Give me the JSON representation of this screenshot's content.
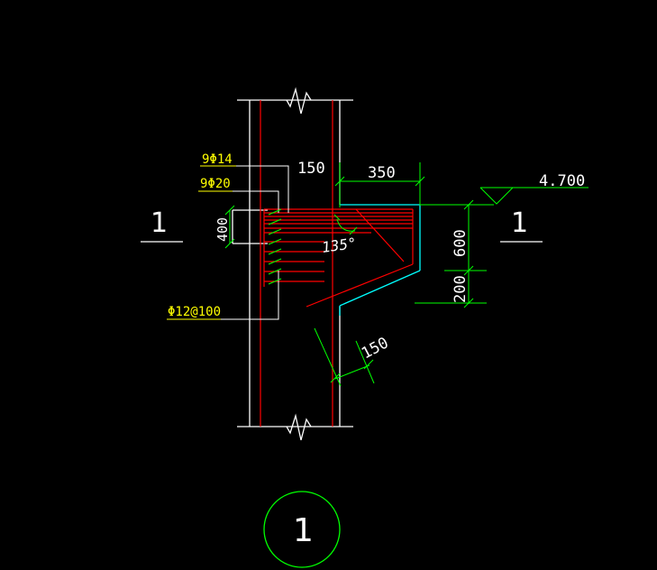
{
  "colors": {
    "background": "#000000",
    "outline": "#ffffff",
    "rebar": "#ff0000",
    "dimension": "#00ff00",
    "leader": "#ffff00",
    "concrete_edge": "#00ffff"
  },
  "labels": {
    "bar_9phi14": "9Φ14",
    "bar_9phi20": "9Φ20",
    "stirrup": "Φ12@100",
    "dim_150_top": "150",
    "dim_350": "350",
    "dim_400": "400",
    "dim_600": "600",
    "dim_200": "200",
    "dim_150_slope": "150",
    "angle": "135°",
    "elevation": "4.700",
    "section_left": "1",
    "section_right": "1",
    "detail_number": "1"
  }
}
